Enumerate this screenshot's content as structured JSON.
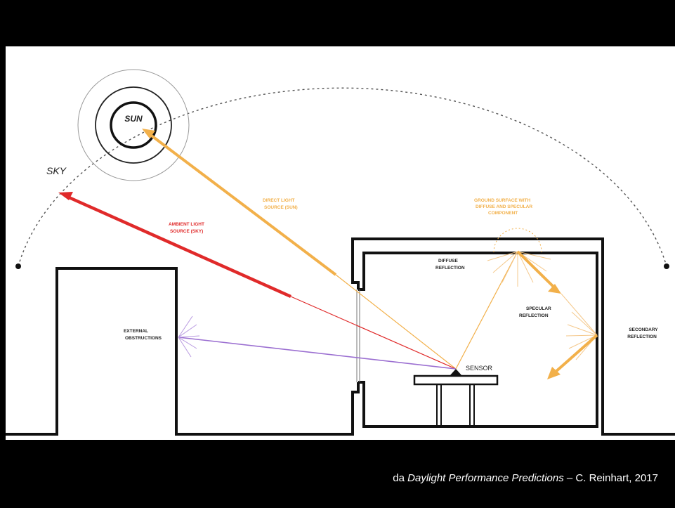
{
  "labels": {
    "sun": "SUN",
    "sky": "SKY",
    "direct_1": "DIRECT LIGHT",
    "direct_2": "SOURCE (SUN)",
    "ambient_1": "AMBIENT LIGHT",
    "ambient_2": "SOURCE (SKY)",
    "obstructions_1": "EXTERNAL",
    "obstructions_2": "OBSTRUCTIONS",
    "sensor": "SENSOR",
    "diffuse_1": "DIFFUSE",
    "diffuse_2": "REFLECTION",
    "specular_1": "SPECULAR",
    "specular_2": "REFLECTION",
    "secondary_1": "SECONDARY",
    "secondary_2": "REFLECTION",
    "ground_1": "GROUND SURFACE WITH",
    "ground_2": "DIFFUSE AND SPECULAR",
    "ground_3": "COMPONENT"
  },
  "credit": {
    "prefix": "da ",
    "title": "Daylight Performance Predictions",
    "suffix": " – C. Reinhart, 2017"
  },
  "colors": {
    "direct": "#f2b04a",
    "ambient": "#e02a2a",
    "obstruction": "#9b6fd1",
    "structure": "#111111"
  }
}
